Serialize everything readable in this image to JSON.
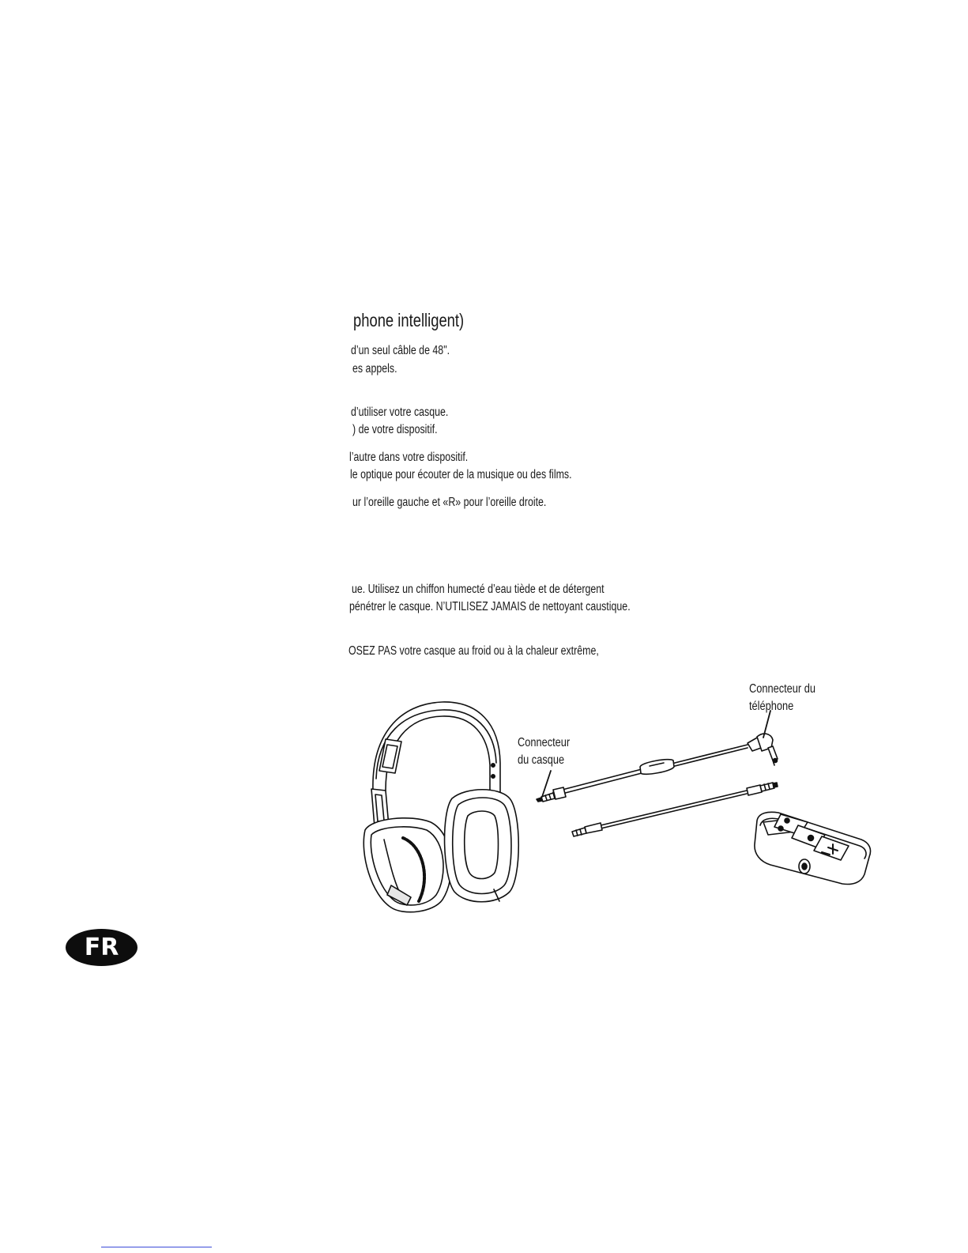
{
  "section": {
    "heading": "phone intelligent)",
    "lines": [
      "d’un seul câble de 48\".",
      "es appels.",
      "d’utiliser votre casque.",
      ") de votre dispositif.",
      "l’autre dans votre dispositif.",
      "le optique pour écouter de la musique ou des films.",
      "ur l’oreille gauche et «R» pour l’oreille droite.",
      "ue. Utilisez un chiffon humecté d’eau tiède et de détergent",
      "pénétrer le casque. N’UTILISEZ JAMAIS de nettoyant caustique.",
      "OSEZ PAS votre casque au froid ou à la chaleur extrême,"
    ]
  },
  "illustration": {
    "phone_connector_label": [
      "Connecteur du",
      "téléphone"
    ],
    "headset_connector_label": [
      "Connecteur",
      "du casque"
    ],
    "icons": [
      "headphones-icon",
      "cable-icon",
      "adapter-icon"
    ]
  },
  "language_badge": "FR"
}
